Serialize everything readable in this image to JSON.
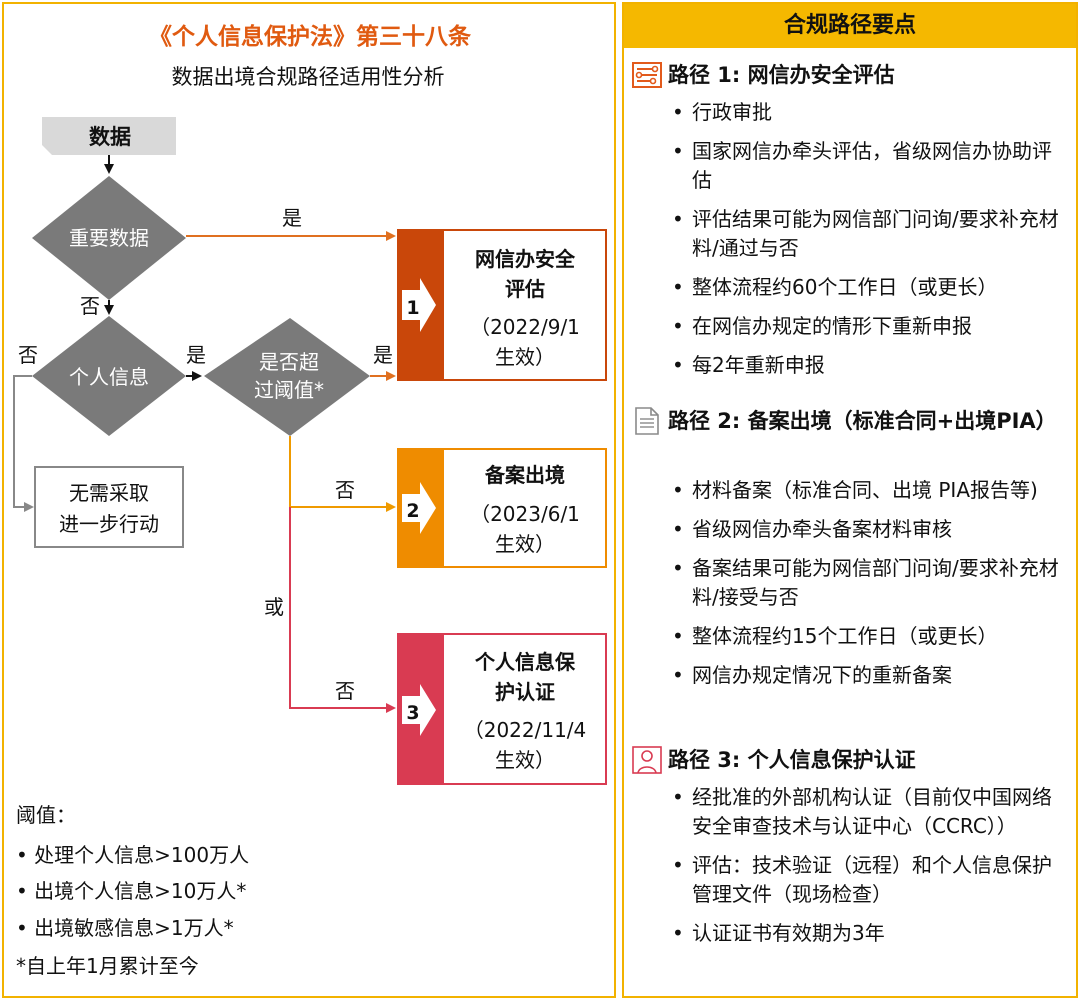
{
  "left": {
    "title": "《个人信息保护法》第三十八条",
    "subtitle": "数据出境合规路径适用性分析",
    "nodes": {
      "data": "数据",
      "important_data": "重要数据",
      "personal_info": "个人信息",
      "threshold_line1": "是否超",
      "threshold_line2": "过阈值*",
      "no_action_line1": "无需采取",
      "no_action_line2": "进一步行动"
    },
    "edge_labels": {
      "yes_important": "是",
      "no_important": "否",
      "no_personal": "否",
      "yes_personal": "是",
      "yes_threshold": "是",
      "no_path2": "否",
      "or": "或",
      "no_path3": "否"
    },
    "outcomes": [
      {
        "num": "1",
        "line1": "网信办安全",
        "line2": "评估",
        "date1": "（2022/9/1",
        "date2": "生效）",
        "color": "#c9470a",
        "bar": "#c9470a"
      },
      {
        "num": "2",
        "line1": "备案出境",
        "line2": "",
        "date1": "（2023/6/1",
        "date2": "生效）",
        "color": "#f0900a",
        "bar": "#ef8c00"
      },
      {
        "num": "3",
        "line1": "个人信息保",
        "line2": "护认证",
        "date1": "（2022/11/4",
        "date2": "生效）",
        "color": "#d93b52",
        "bar": "#d93b52"
      }
    ],
    "threshold": {
      "heading": "阈值：",
      "items": [
        "• 处理个人信息>100万人",
        "• 出境个人信息>10万人*",
        "• 出境敏感信息>1万人*"
      ],
      "note": "*自上年1月累计至今"
    }
  },
  "right": {
    "header": "合规路径要点",
    "paths": [
      {
        "title": "路径 1: 网信办安全评估",
        "icon": "circuit-icon",
        "bullets": [
          "行政审批",
          "国家网信办牵头评估，省级网信办协助评估",
          "评估结果可能为网信部门问询/要求补充材料/通过与否",
          "整体流程约60个工作日（或更长）",
          "在网信办规定的情形下重新申报",
          "每2年重新申报"
        ]
      },
      {
        "title": "路径 2: 备案出境（标准合同+出境PIA）",
        "icon": "document-icon",
        "bullets": [
          "材料备案（标准合同、出境 PIA报告等)",
          "省级网信办牵头备案材料审核",
          "备案结果可能为网信部门问询/要求补充材料/接受与否",
          "整体流程约15个工作日（或更长）",
          "网信办规定情况下的重新备案"
        ]
      },
      {
        "title": "路径 3: 个人信息保护认证",
        "icon": "person-icon",
        "bullets": [
          "经批准的外部机构认证（目前仅中国网络安全审查技术与认证中心（CCRC））",
          "评估：技术验证（远程）和个人信息保护管理文件（现场检查）",
          "认证证书有效期为3年"
        ]
      }
    ]
  },
  "colors": {
    "accent": "#f5b800",
    "diamond": "#7a7a7a",
    "path1": "#c9470a",
    "path2": "#ef8c00",
    "path3": "#d93b52"
  }
}
